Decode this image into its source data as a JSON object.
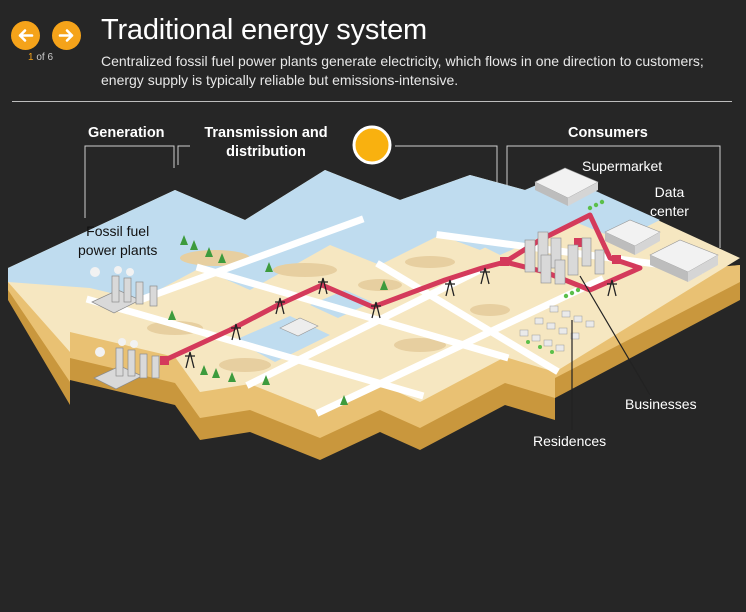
{
  "header": {
    "title": "Traditional energy system",
    "subtitle": "Centralized fossil fuel power plants generate electricity, which flows in one direction to customers; energy supply is typically reliable but emissions-intensive.",
    "pager_current": "1",
    "pager_rest": " of 6"
  },
  "nav": {
    "prev_icon": "arrow-left-icon",
    "next_icon": "arrow-right-icon",
    "accent": "#f5a31a"
  },
  "sections": {
    "generation": "Generation",
    "transmission_line1": "Transmission and",
    "transmission_line2": "distribution",
    "consumers": "Consumers"
  },
  "callouts": {
    "fossil_line1": "Fossil fuel",
    "fossil_line2": "power plants",
    "supermarket": "Supermarket",
    "data_line1": "Data",
    "data_line2": "center",
    "businesses": "Businesses",
    "residences": "Residences"
  },
  "colors": {
    "background": "#262626",
    "water": "#bfdcef",
    "land": "#f6e7c1",
    "power_line": "#d43a5b",
    "sun": "#f9b10f"
  }
}
